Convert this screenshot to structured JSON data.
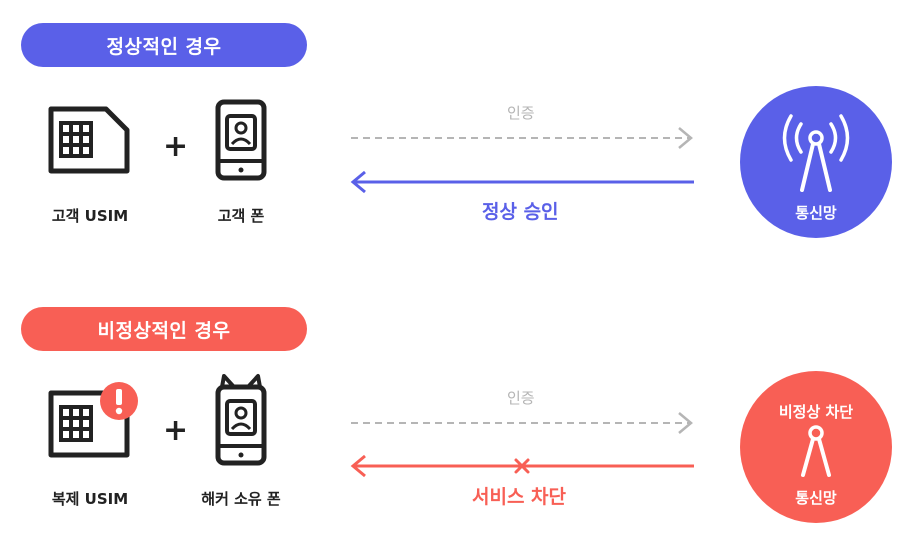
{
  "colors": {
    "blue": "#5a60e8",
    "red": "#f85f55",
    "gray": "#b5b5b5",
    "dark": "#222222"
  },
  "normal": {
    "title": "정상적인 경우",
    "sim_label": "고객 USIM",
    "phone_label": "고객 폰",
    "plus": "+",
    "auth_label": "인증",
    "result_label": "정상 승인",
    "network_label": "통신망",
    "icons": [
      "sim-card-icon",
      "smartphone-icon",
      "broadcast-tower-icon"
    ]
  },
  "abnormal": {
    "title": "비정상적인 경우",
    "sim_label": "복제 USIM",
    "phone_label": "해커 소유 폰",
    "plus": "+",
    "auth_label": "인증",
    "result_label": "서비스 차단",
    "network_status": "비정상 차단",
    "network_label": "통신망",
    "icons": [
      "sim-card-icon",
      "warning-icon",
      "hacker-phone-icon",
      "broadcast-tower-icon",
      "block-x-icon"
    ]
  }
}
